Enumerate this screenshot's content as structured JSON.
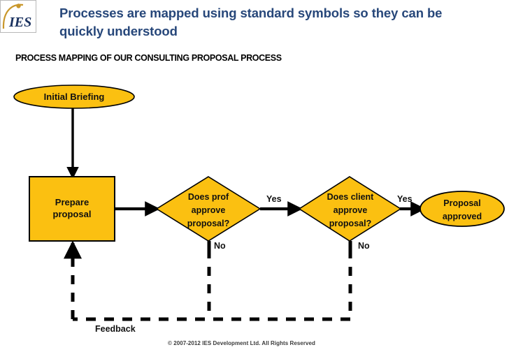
{
  "header": {
    "logo_alt": "IES",
    "logo_text": "IES",
    "title": "Processes are mapped using standard symbols so they can be quickly understood",
    "subtitle": "PROCESS MAPPING OF OUR CONSULTING PROPOSAL PROCESS",
    "title_color": "#27477a"
  },
  "footer": {
    "copyright": "© 2007-2012 IES Development Ltd.  All Rights Reserved"
  },
  "theme": {
    "shape_fill": "#FBC011",
    "shape_stroke": "#000000",
    "connector_color": "#000000",
    "page_background": "#FFFFFF"
  },
  "flowchart": {
    "nodes": [
      {
        "id": "initial-briefing",
        "shape": "ellipse",
        "label": "Initial Briefing"
      },
      {
        "id": "prepare-proposal",
        "shape": "process",
        "label": "Prepare\nproposal"
      },
      {
        "id": "diamond-prof",
        "shape": "decision",
        "label": "Does prof\napprove\nproposal?"
      },
      {
        "id": "diamond-client",
        "shape": "decision",
        "label": "Does client\napprove\nproposal?"
      },
      {
        "id": "proposal-approved",
        "shape": "ellipse",
        "label": "Proposal\napproved"
      }
    ],
    "edge_labels": {
      "yes_prof": "Yes",
      "yes_client": "Yes",
      "no_prof": "No",
      "no_client": "No",
      "feedback": "Feedback"
    }
  }
}
